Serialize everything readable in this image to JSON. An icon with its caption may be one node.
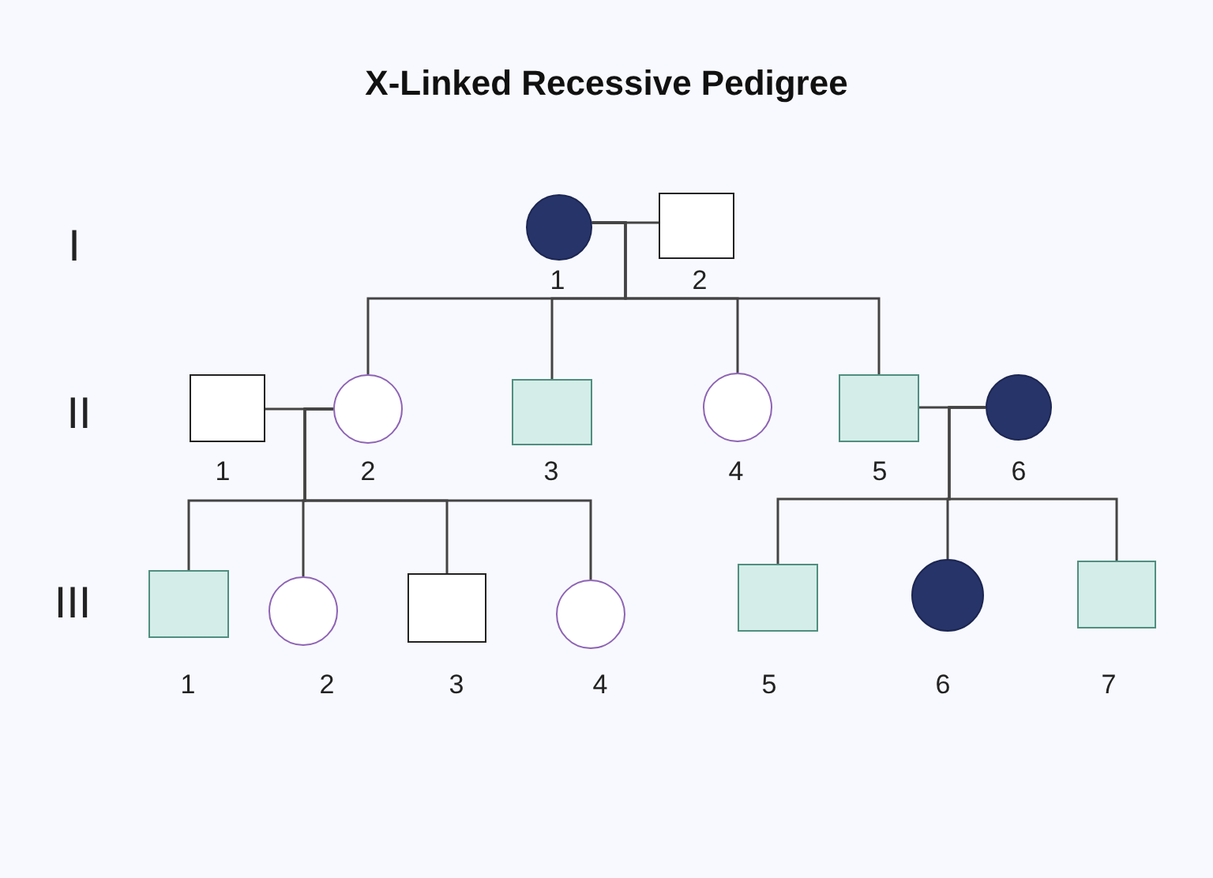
{
  "diagram": {
    "title": "X-Linked Recessive Pedigree",
    "nodes": [
      {
        "text": [
          "1"
        ]
      },
      {
        "text": [
          "2"
        ]
      },
      {
        "text": [
          "1"
        ]
      },
      {
        "text": [
          "2"
        ]
      },
      {
        "text": [
          "3"
        ]
      },
      {
        "text": [
          "4"
        ]
      },
      {
        "text": [
          "5"
        ]
      },
      {
        "text": [
          "6"
        ]
      },
      {
        "text": [
          "1"
        ]
      },
      {
        "text": [
          "2"
        ]
      },
      {
        "text": [
          "3"
        ]
      },
      {
        "text": [
          "4"
        ]
      },
      {
        "text": [
          "5"
        ]
      },
      {
        "text": [
          "6"
        ]
      },
      {
        "text": [
          "7"
        ]
      }
    ],
    "edges": [
      {
        "from": 0,
        "to": 1,
        "arrow": "none"
      },
      {
        "from": 0,
        "to": 3,
        "arrow": "none"
      },
      {
        "from": 0,
        "to": 4,
        "arrow": "none"
      },
      {
        "from": 0,
        "to": 5,
        "arrow": "none"
      },
      {
        "from": 0,
        "to": 6,
        "arrow": "none"
      },
      {
        "from": 2,
        "to": 3,
        "arrow": "none"
      },
      {
        "from": 3,
        "to": 8,
        "arrow": "none"
      },
      {
        "from": 3,
        "to": 9,
        "arrow": "none"
      },
      {
        "from": 3,
        "to": 10,
        "arrow": "none"
      },
      {
        "from": 3,
        "to": 11,
        "arrow": "none"
      },
      {
        "from": 6,
        "to": 7,
        "arrow": "none"
      },
      {
        "from": 7,
        "to": 12,
        "arrow": "none"
      },
      {
        "from": 7,
        "to": 13,
        "arrow": "none"
      },
      {
        "from": 7,
        "to": 14,
        "arrow": "none"
      }
    ],
    "labels": [
      "I",
      "II",
      "III"
    ]
  }
}
